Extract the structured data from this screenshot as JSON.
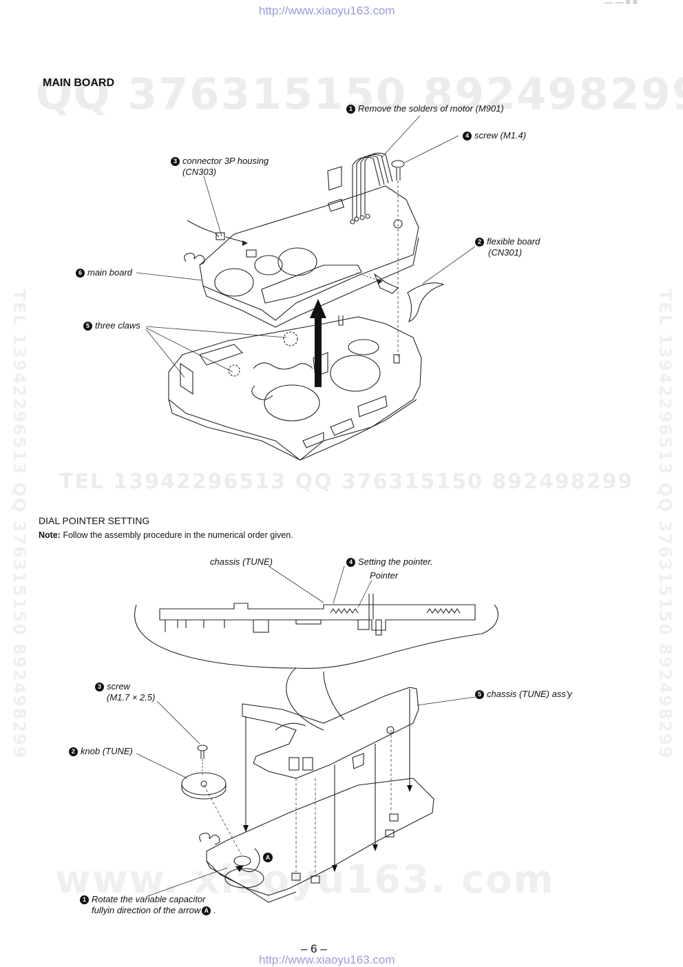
{
  "header": {
    "url": "http://www.xiaoyu163.com",
    "corner_marks": "— — ≡ ≡"
  },
  "watermarks": {
    "top": "QQ 376315150   892498299",
    "middle": "TEL 13942296513      QQ 376315150  892498299",
    "bottom": "www. xiaoyu163. com",
    "side": "TEL 13942296513  QQ 376315150  892498299"
  },
  "main_board": {
    "title": "MAIN BOARD",
    "callouts": [
      {
        "num": "1",
        "text": "Remove the solders of motor (M901)"
      },
      {
        "num": "4",
        "text": "screw (M1.4)"
      },
      {
        "num": "3",
        "text": "connector 3P housing",
        "text2": "(CN303)"
      },
      {
        "num": "2",
        "text": "flexible board",
        "text2": "(CN301)"
      },
      {
        "num": "6",
        "text": "main board"
      },
      {
        "num": "5",
        "text": "three claws"
      }
    ]
  },
  "dial_pointer": {
    "title": "DIAL POINTER SETTING",
    "note_label": "Note:",
    "note_text": "Follow the assembly procedure in the numerical order given.",
    "callouts": {
      "chassis": "chassis (TUNE)",
      "setting_num": "4",
      "setting": "Setting the pointer.",
      "pointer": "Pointer",
      "screw_num": "3",
      "screw": "screw",
      "screw_size": "(M1.7 × 2.5)",
      "chassis_assy_num": "5",
      "chassis_assy": "chassis (TUNE) ass'y",
      "knob_num": "2",
      "knob": "knob (TUNE)",
      "rotate_num": "1",
      "rotate_line1": "Rotate the variable capacitor",
      "rotate_line2": "fullyin direction of the arrow",
      "arrow_marker": "A"
    }
  },
  "footer": {
    "page_number": "– 6 –",
    "url": "http://www.xiaoyu163.com"
  }
}
